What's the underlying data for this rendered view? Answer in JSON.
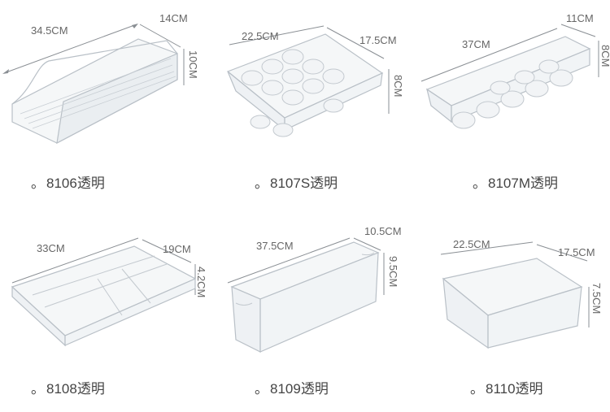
{
  "products": [
    {
      "code": "8106透明",
      "dims": {
        "length": "34.5CM",
        "width": "14CM",
        "height": "10CM"
      }
    },
    {
      "code": "8107S透明",
      "dims": {
        "length": "22.5CM",
        "width": "17.5CM",
        "height": "8CM"
      }
    },
    {
      "code": "8107M透明",
      "dims": {
        "length": "37CM",
        "width": "11CM",
        "height": "8CM"
      }
    },
    {
      "code": "8108透明",
      "dims": {
        "length": "33CM",
        "width": "19CM",
        "height": "4.2CM"
      }
    },
    {
      "code": "8109透明",
      "dims": {
        "length": "37.5CM",
        "width": "10.5CM",
        "height": "9.5CM"
      }
    },
    {
      "code": "8110透明",
      "dims": {
        "length": "22.5CM",
        "width": "17.5CM",
        "height": "7.5CM"
      }
    }
  ],
  "caption_prefix": "。",
  "colors": {
    "outline": "#b9c0c7",
    "fill": "#eef1f4",
    "dim_line": "#8a8f94"
  }
}
